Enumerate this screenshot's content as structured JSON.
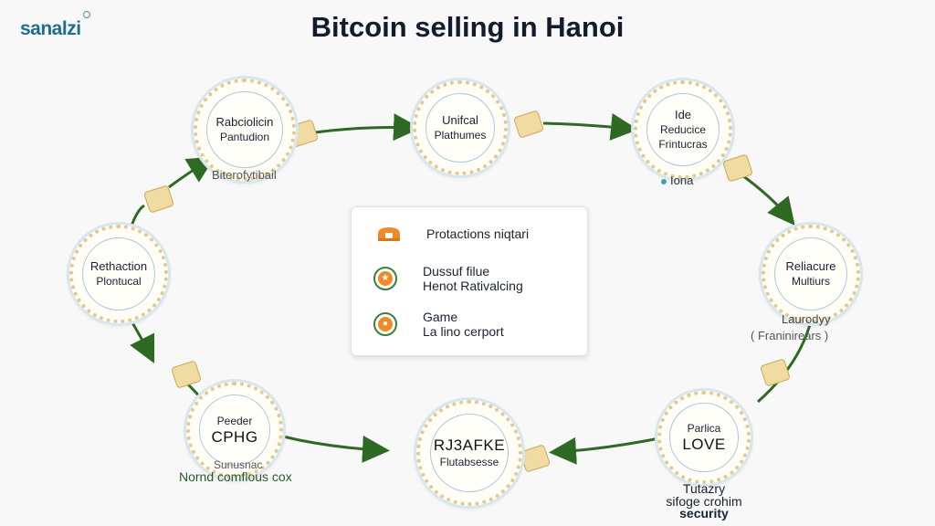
{
  "header": {
    "logo": "sanalzi",
    "title": "Bitcoin selling in Hanoi"
  },
  "nodes": [
    {
      "id": "n1",
      "lines": [
        "Rabciolicin",
        "Pantudion"
      ]
    },
    {
      "id": "n2",
      "lines": [
        "Unifcal",
        "Plathumes"
      ]
    },
    {
      "id": "n3",
      "lines": [
        "Ide",
        "Reducice",
        "Frintucras"
      ]
    },
    {
      "id": "n4",
      "lines": [
        "Rethaction",
        "Plontucal"
      ]
    },
    {
      "id": "n5",
      "lines": [
        "Reliacure",
        "Multiurs"
      ]
    },
    {
      "id": "n6",
      "lines": [
        "Peeder",
        "CPHG"
      ]
    },
    {
      "id": "n7",
      "lines": [
        "RJ3AFKE",
        "Flutabsesse"
      ]
    },
    {
      "id": "n8",
      "lines": [
        "Parlica",
        "LOVE"
      ]
    }
  ],
  "captions": {
    "c1": "Biterofytibail",
    "c3": "Iona",
    "c5a": "Laurodyy",
    "c5b": "( Franinirears )",
    "c6a": "Sunusnac",
    "c6b": "Nornd comflous cox",
    "c8a": "Tutazry",
    "c8b": "sifoge crohim",
    "c8c": "security"
  },
  "legend": {
    "items": [
      {
        "icon": "lock-icon",
        "lines": [
          "Protactions niqtari"
        ]
      },
      {
        "icon": "orange-star-badge",
        "lines": [
          "Dussuf filue",
          "Henot Rativalcing"
        ]
      },
      {
        "icon": "orange-coin-badge",
        "lines": [
          "Game",
          "La lino cerport"
        ]
      }
    ]
  },
  "colors": {
    "arrow": "#2f6a25",
    "node_border": "#e5c98a",
    "node_ring": "#d7e6ef",
    "badge_orange": "#ef8a2b",
    "title": "#121c2c"
  }
}
